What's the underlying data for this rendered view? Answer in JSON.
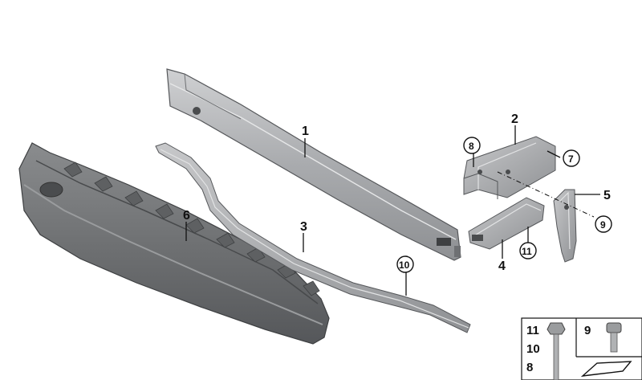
{
  "callouts": {
    "c1": "1",
    "c2": "2",
    "c3": "3",
    "c4": "4",
    "c5": "5",
    "c6": "6",
    "c7": "7",
    "c8": "8",
    "c9": "9",
    "c10": "10",
    "c11": "11"
  },
  "hardware_box": {
    "left_labels": [
      "11",
      "10",
      "8"
    ],
    "right_label": "9"
  }
}
